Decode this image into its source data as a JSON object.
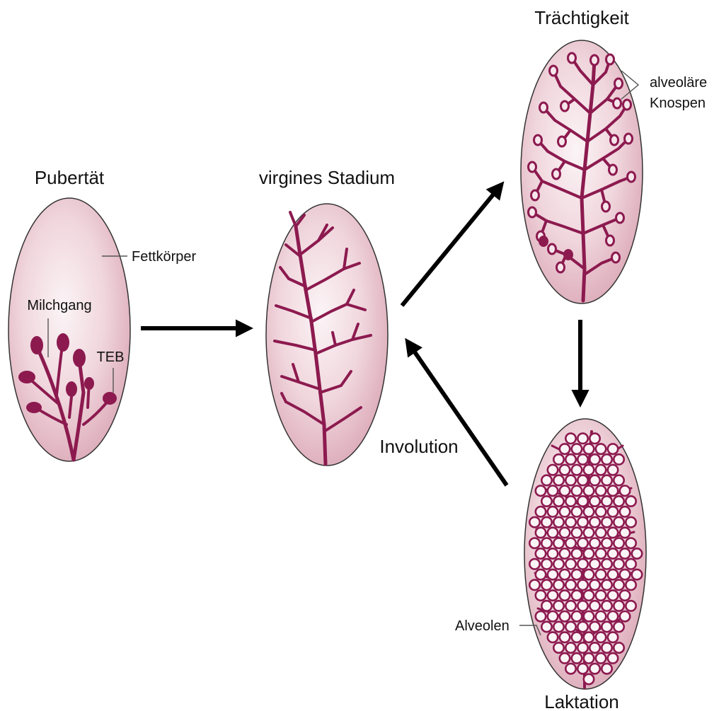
{
  "stages": {
    "puberty": {
      "title": "Pubertät",
      "fat_pad_label": "Fettkörper",
      "duct_label": "Milchgang",
      "teb_label": "TEB"
    },
    "virgin": {
      "title": "virgines Stadium"
    },
    "pregnancy": {
      "title": "Trächtigkeit",
      "bud_label_line1": "alveoläre",
      "bud_label_line2": "Knospen"
    },
    "lactation": {
      "title": "Laktation",
      "alveoli_label": "Alveolen"
    }
  },
  "involution_label": "Involution",
  "colors": {
    "duct": "#8c1a4f",
    "fat_pad_fill": "#e7bfca",
    "fat_pad_highlight": "#fbf4f6",
    "outline": "#333333",
    "arrow": "#000000"
  }
}
